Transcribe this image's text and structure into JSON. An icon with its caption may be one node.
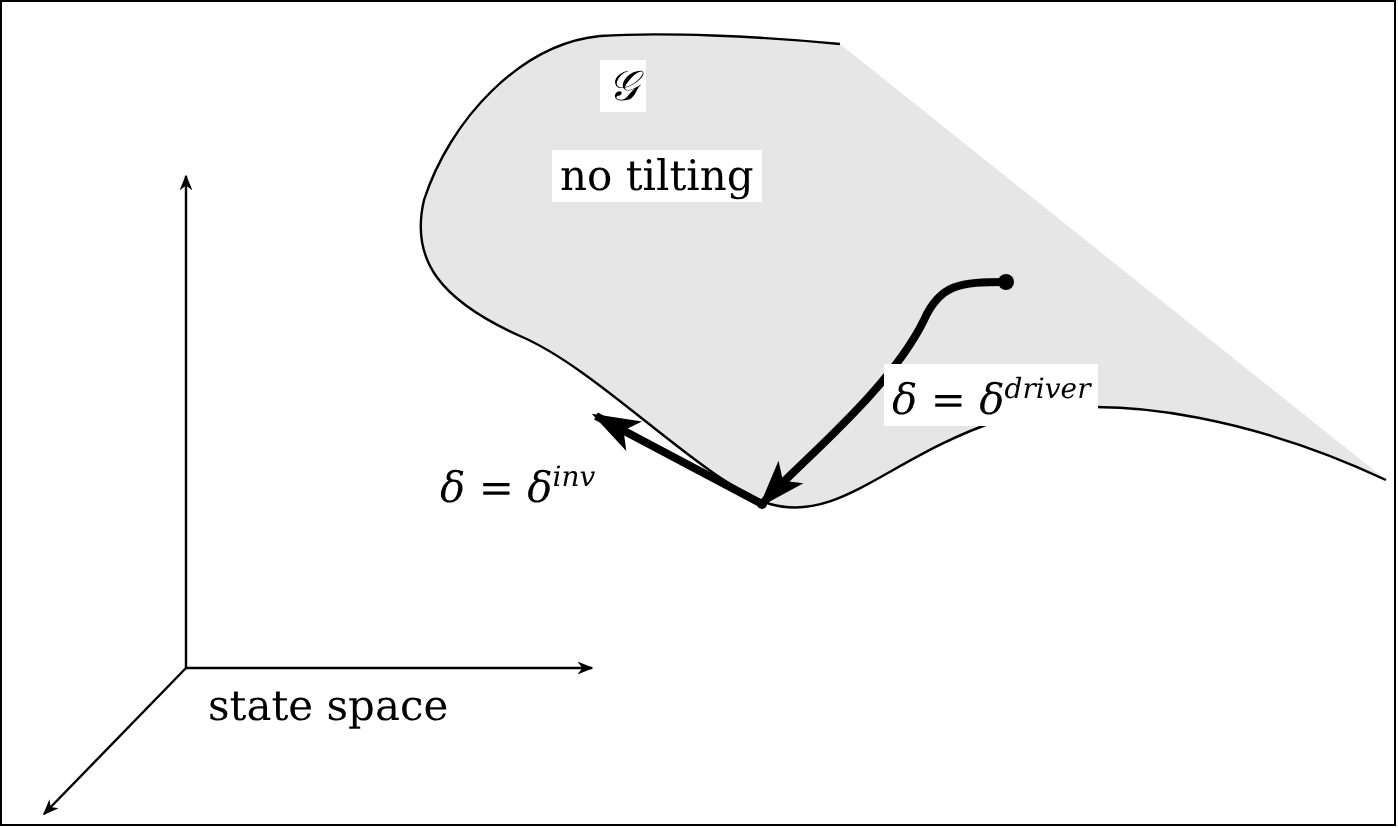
{
  "diagram": {
    "nodes": [
      {
        "text": [
          "𝒢",
          "no tilting"
        ]
      },
      {
        "text": [],
        "shape": "circle",
        "in": 0
      },
      {
        "text": [],
        "shape": "point"
      }
    ],
    "edges": [
      {
        "from": 1,
        "to": 2,
        "arrow": "to",
        "label": "*δ* = *δ*$^{driver}$"
      },
      {
        "from": 2,
        "to": 0,
        "arrow": "to",
        "label": "*δ* = *δ*$^{inv}$"
      }
    ],
    "labels": [
      "state space"
    ]
  }
}
